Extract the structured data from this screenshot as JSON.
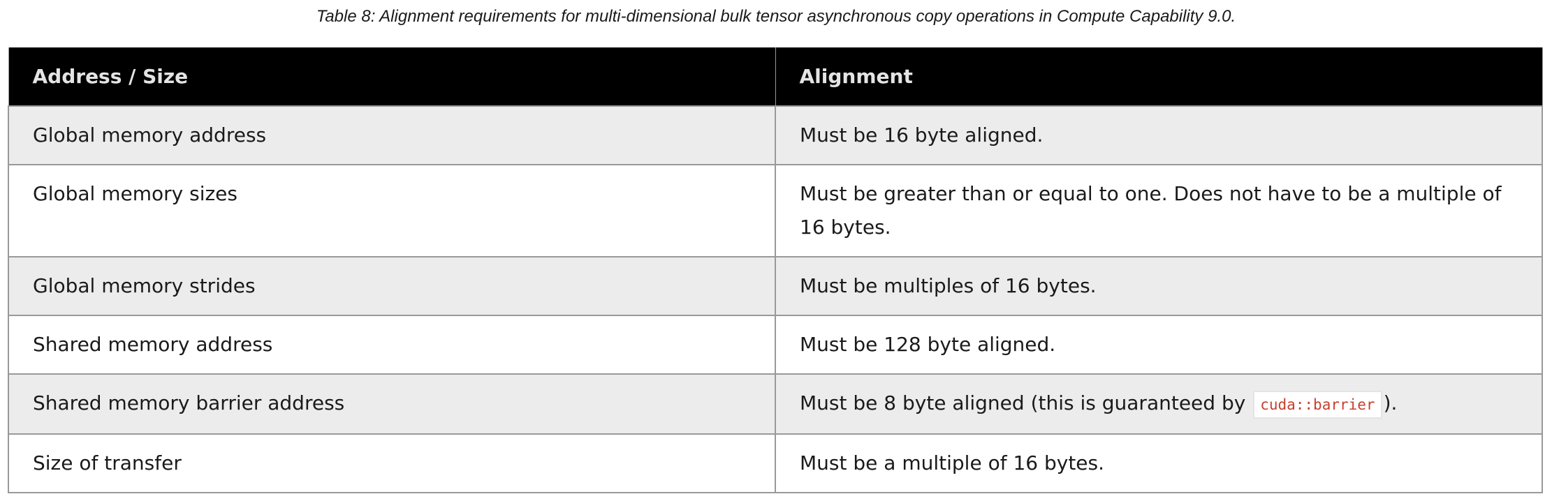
{
  "caption": "Table 8: Alignment requirements for multi-dimensional bulk tensor asynchronous copy operations in Compute Capability 9.0.",
  "headers": [
    "Address / Size",
    "Alignment"
  ],
  "rows": [
    {
      "item": "Global memory address",
      "alignment": "Must be 16 byte aligned."
    },
    {
      "item": "Global memory sizes",
      "alignment": "Must be greater than or equal to one. Does not have to be a multiple of 16 bytes."
    },
    {
      "item": "Global memory strides",
      "alignment": "Must be multiples of 16 bytes."
    },
    {
      "item": "Shared memory address",
      "alignment": "Must be 128 byte aligned."
    },
    {
      "item": "Shared memory barrier address",
      "alignment": "Must be 8 byte aligned (this is guaranteed by ",
      "code": "cuda::barrier",
      "alignment_suffix": ")."
    },
    {
      "item": "Size of transfer",
      "alignment": "Must be a multiple of 16 bytes."
    }
  ]
}
